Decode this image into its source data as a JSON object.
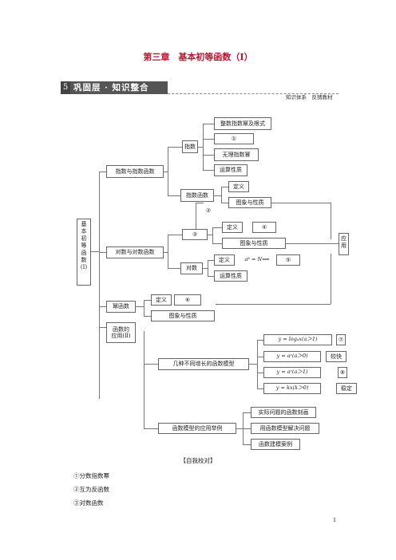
{
  "doc_title": "第三章　基本初等函数（Ⅰ）",
  "banner": {
    "num": "5",
    "title": "巩固层 · 知识整合",
    "right": "知识体系　反猜教材"
  },
  "root": [
    "基",
    "本",
    "初",
    "等",
    "函",
    "数",
    "(Ⅰ)"
  ],
  "apply": [
    "应",
    "用"
  ],
  "nodes": {
    "n_exp_log": "指数与指数函数",
    "n_index": "指数",
    "n_int_exp": "整数指数幂及根式",
    "n_blank1": "①",
    "n_irr": "无理指数幂",
    "n_ops1": "运算性质",
    "n_expfunc": "指数函数",
    "n_def1": "定义",
    "n_graph1": "图象与性质",
    "n_blank2": "②",
    "n_log_log": "对数与对数函数",
    "n_blank3": "③",
    "n_def2": "定义",
    "n_blank4": "④",
    "n_graph2": "图象与性质",
    "n_log": "对数",
    "n_def3": "定义",
    "n_formula": "aᵇ = N⟺",
    "n_blank5": "⑤",
    "n_ops2": "运算性质",
    "n_power": "幂函数",
    "n_def4": "定义",
    "n_blank6": "⑥",
    "n_graph3": "图象与性质",
    "n_app1": "函数的",
    "n_app2": "应用(Ⅱ)",
    "n_growth": "几种不同增长的函数模型",
    "n_log_model": "y = logₐx(a＞1)",
    "n_blank7": "⑦",
    "n_exp_model": "y = aˣ(a＞0)",
    "n_slow": "较快",
    "n_pow_model": "y = aˣ(a＞1)",
    "n_blank8": "⑧",
    "n_lin_model": "y = kx(k＞0)",
    "n_stable": "稳定",
    "n_model_app": "函数模型的应用举例",
    "n_real": "实际问题的函数刻画",
    "n_solve": "用函数模型解决问题",
    "n_build": "函数建模案例"
  },
  "footer": {
    "check": "【自我校对】",
    "items": [
      "①分数指数幂",
      "②互为反函数",
      "③对数函数"
    ],
    "page": "1"
  }
}
